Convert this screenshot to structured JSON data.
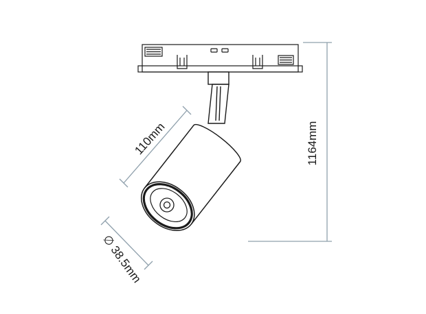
{
  "dimensions": {
    "length_label": "110mm",
    "height_label": "1164mm",
    "diameter_label": "∅ 38.5mm"
  },
  "colors": {
    "outline": "#1a1a1a",
    "dimension_line": "#8fa0ac",
    "background": "#ffffff"
  }
}
